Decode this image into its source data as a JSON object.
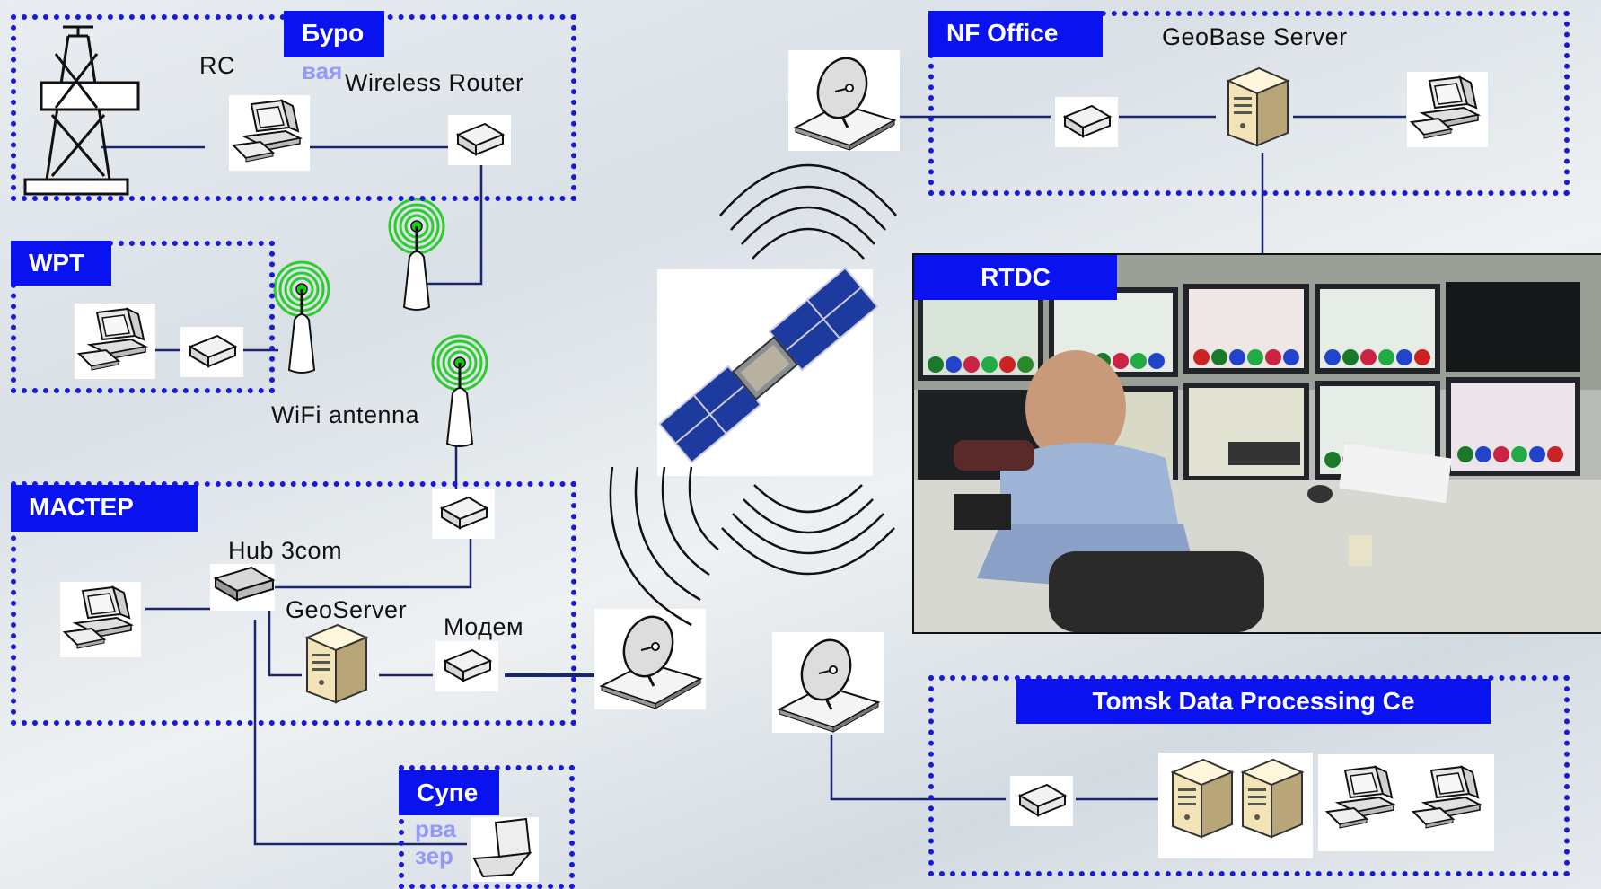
{
  "groups": {
    "buro": {
      "title": "Буро",
      "overflow": "вая"
    },
    "wpt": {
      "title": "WPT"
    },
    "master": {
      "title": "МАСТЕР"
    },
    "supervisor": {
      "title": "Супе",
      "overflow": [
        "рва",
        "зер"
      ]
    },
    "nf_office": {
      "title": "NF Office"
    },
    "rtdc": {
      "title": "RTDC"
    },
    "tomsk": {
      "title": "Tomsk Data Processing  Ce"
    }
  },
  "labels": {
    "rc": "RC",
    "wireless_router": "Wireless Router",
    "wifi_antenna": "WiFi antenna",
    "hub": "Hub 3com",
    "geoserver": "GeoServer",
    "modem": "Модем",
    "geobase_server": "GeoBase Server"
  },
  "icons": [
    "drilling-rig-icon",
    "workstation-icon",
    "router-icon",
    "wifi-antenna-icon",
    "server-icon",
    "hub-icon",
    "laptop-icon",
    "satellite-dish-icon",
    "satellite-icon",
    "radio-waves-icon"
  ],
  "colors": {
    "box_border": "#1a1ad6",
    "header_bg": "#0a12f0",
    "header_text": "#ffffff",
    "wifi_glow": "#19c919",
    "link_line": "#1b2470"
  }
}
